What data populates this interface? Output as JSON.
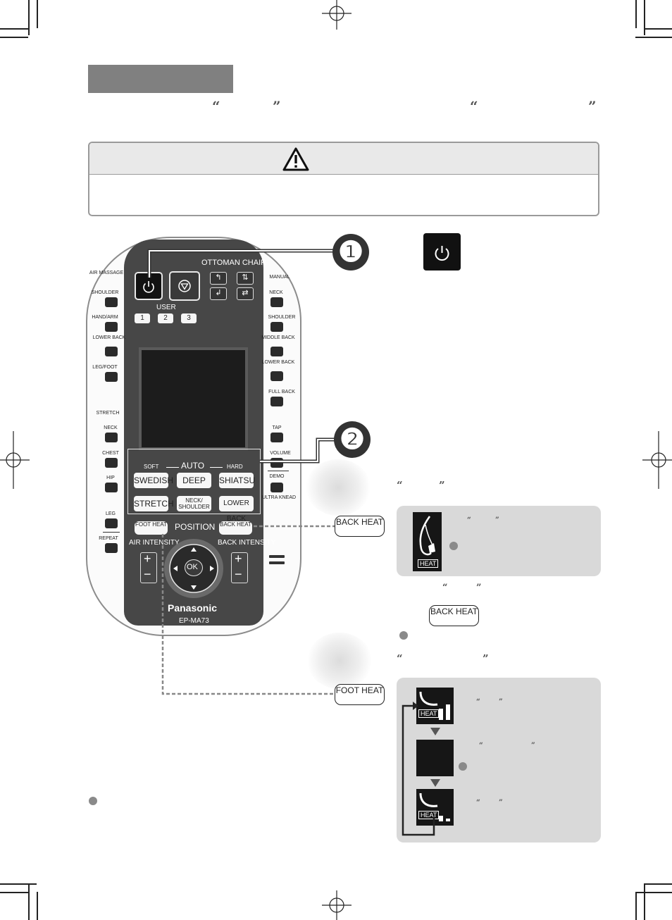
{
  "quote_marks": {
    "open": "“",
    "close": "”"
  },
  "remote": {
    "ottoman_chair": "OTTOMAN CHAIR",
    "user": "USER",
    "user_buttons": [
      "1",
      "2",
      "3"
    ],
    "left_labels": {
      "air_massage": "AIR MASSAGE",
      "shoulder": "SHOULDER",
      "hand_arm": "HAND/ARM",
      "lower_back": "LOWER BACK",
      "leg_foot": "LEG/FOOT",
      "stretch": "STRETCH",
      "neck": "NECK",
      "chest": "CHEST",
      "hip": "HIP",
      "leg": "LEG",
      "repeat": "REPEAT"
    },
    "right_labels": {
      "manual": "MANUAL",
      "neck": "NECK",
      "shoulder": "SHOULDER",
      "middle_back": "MIDDLE BACK",
      "lower_back": "LOWER BACK",
      "full_back": "FULL BACK",
      "tap": "TAP",
      "volume": "VOLUME",
      "demo": "DEMO",
      "ultra_knead": "ULTRA KNEAD"
    },
    "soft": "SOFT",
    "auto": "AUTO",
    "hard": "HARD",
    "auto_buttons": [
      "SWEDISH",
      "DEEP",
      "SHIATSU",
      "STRETCH",
      "NECK/ SHOULDER",
      "LOWER BACK"
    ],
    "foot_heat": "FOOT HEAT",
    "position": "POSITION",
    "back_heat": "BACK HEAT",
    "air_intensity": "AIR INTENSITY",
    "back_intensity": "BACK INTENSITY",
    "ok": "OK",
    "plus": "+",
    "minus": "−",
    "brand": "Panasonic",
    "model": "EP-MA73"
  },
  "callouts": {
    "step1": "❶",
    "step2": "❷",
    "back_heat": "BACK HEAT",
    "foot_heat": "FOOT HEAT"
  },
  "heat_label": "HEAT",
  "icons": [
    "warning-icon",
    "power-icon",
    "stop-icon",
    "heat-icon"
  ]
}
